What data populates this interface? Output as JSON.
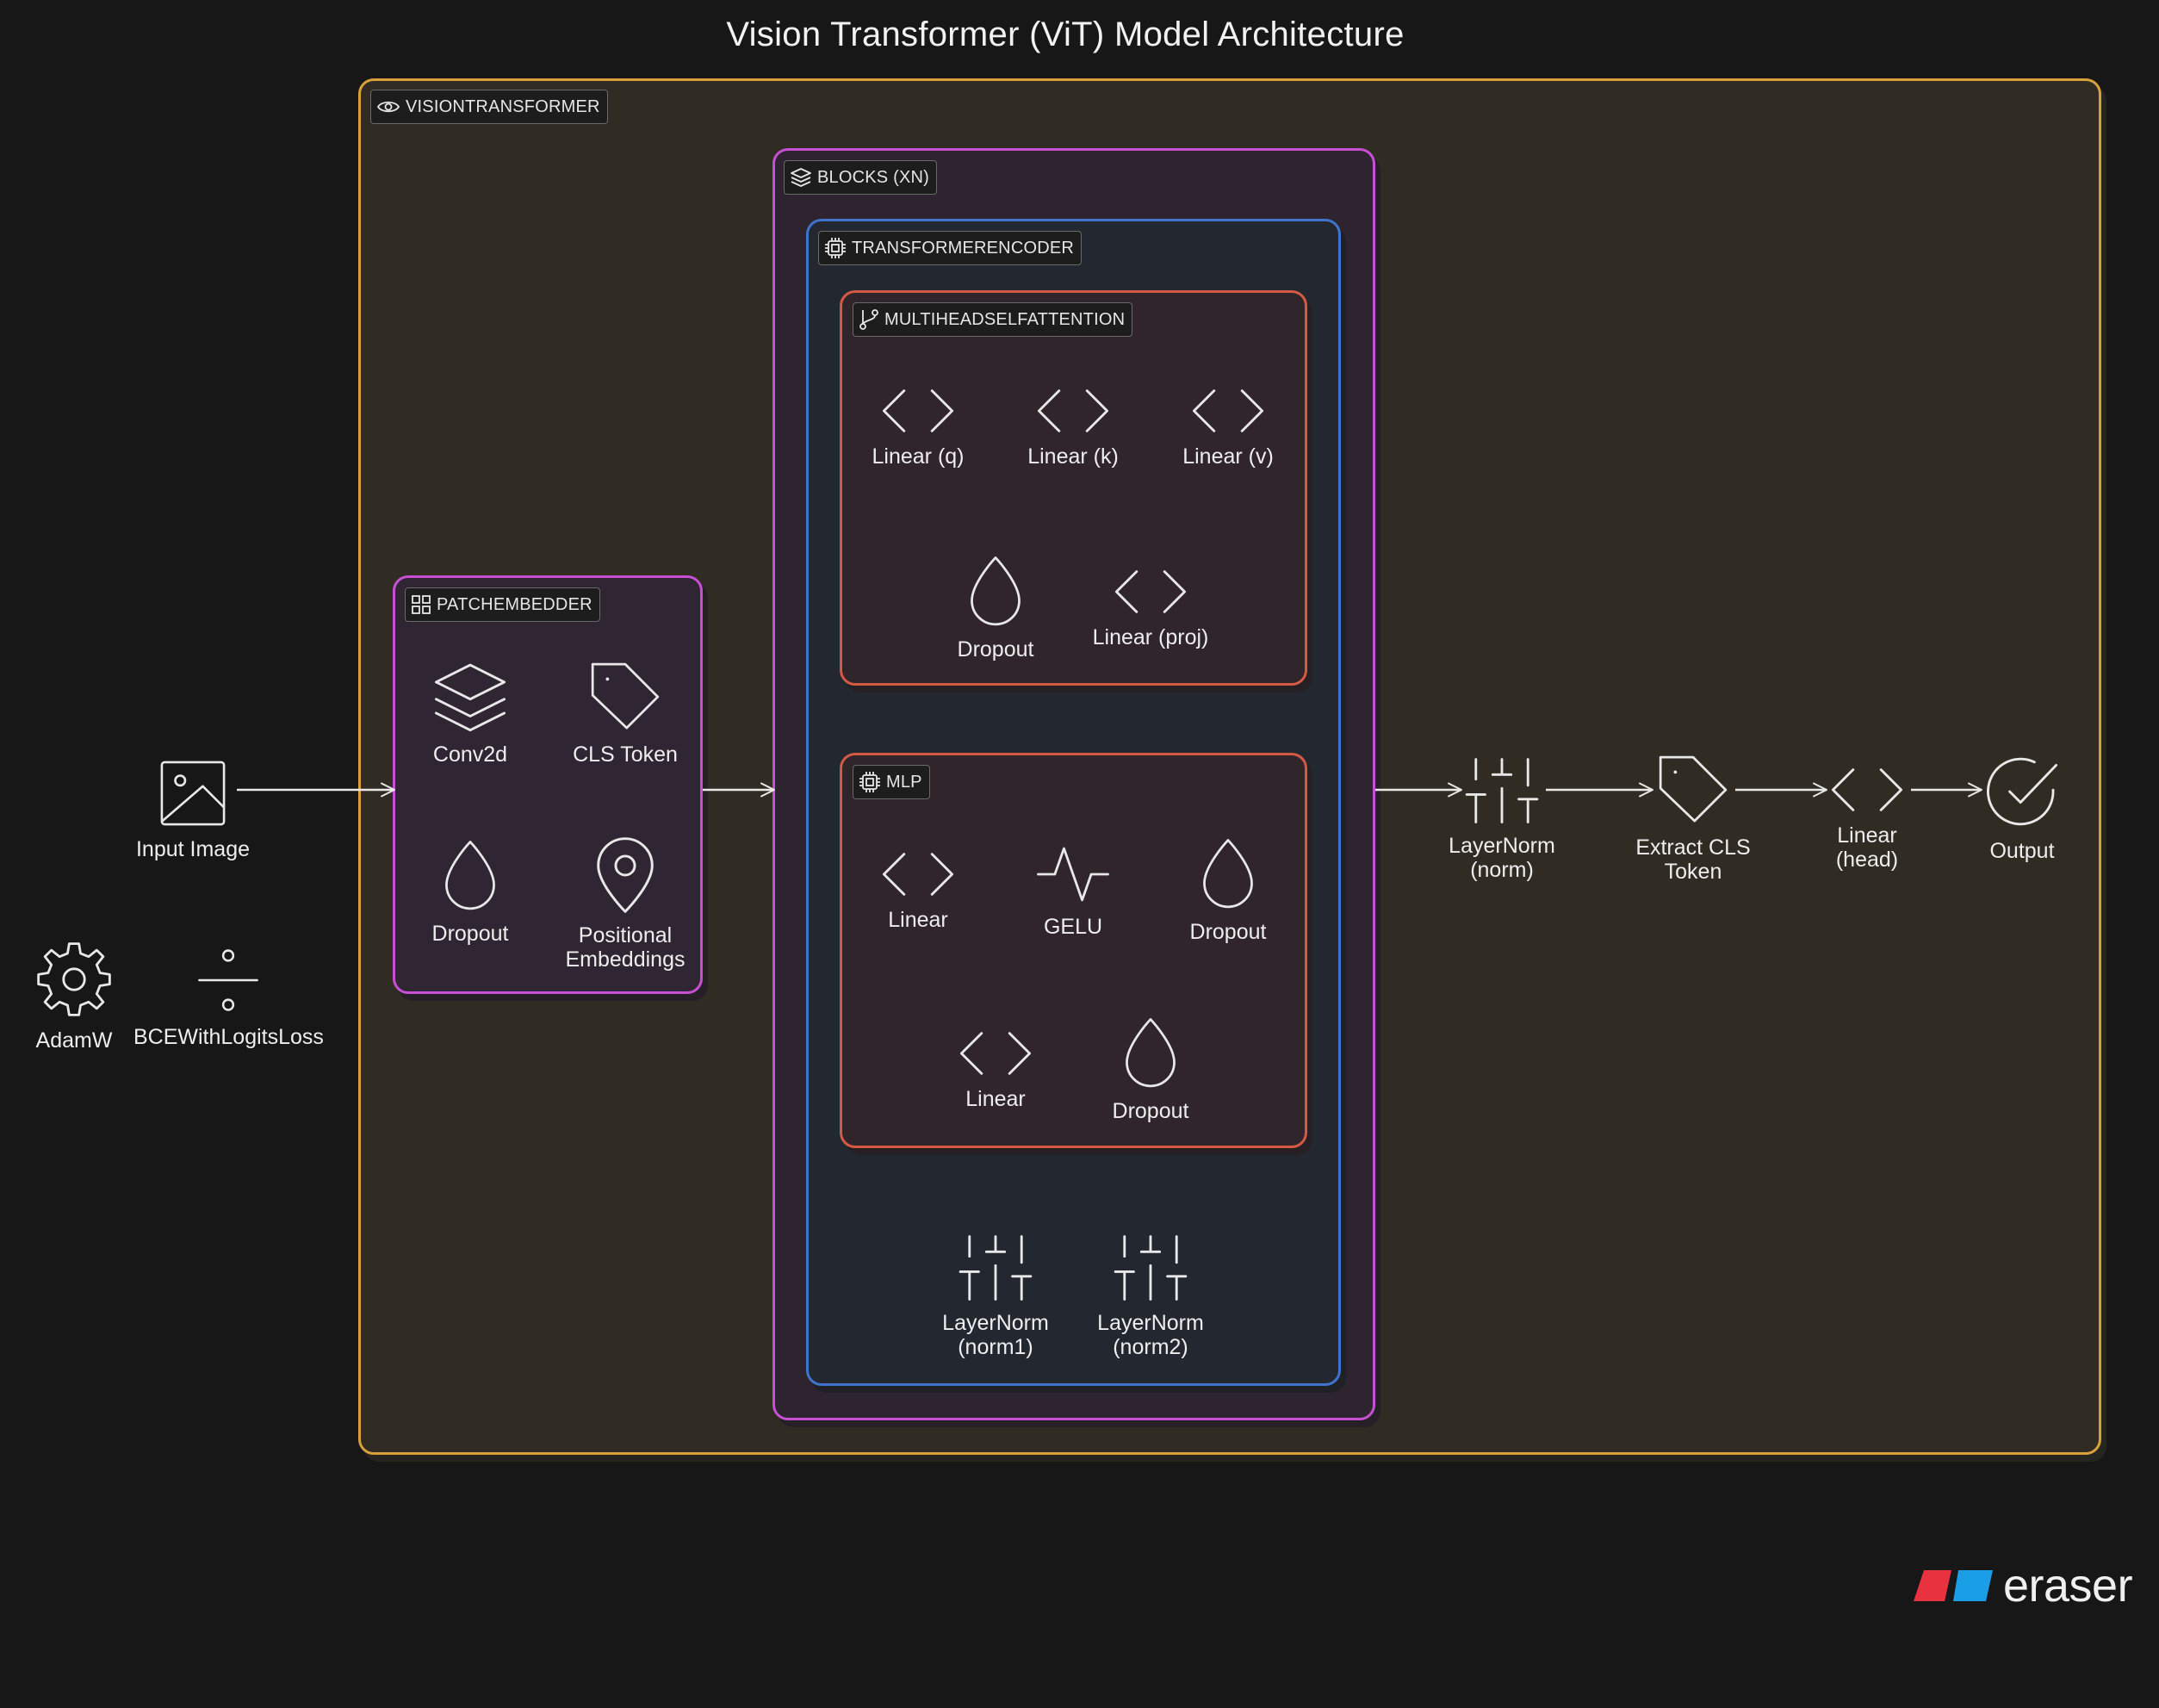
{
  "title": "Vision Transformer (ViT) Model Architecture",
  "groups": {
    "vit": "VISIONTRANSFORMER",
    "patch": "PATCHEMBEDDER",
    "blocks": "BLOCKS (XN)",
    "encoder": "TRANSFORMERENCODER",
    "mha": "MULTIHEADSELFATTENTION",
    "mlp": "MLP"
  },
  "nodes": {
    "input": {
      "label": "Input Image",
      "icon": "image-icon"
    },
    "conv2d": {
      "label": "Conv2d",
      "icon": "layers-icon"
    },
    "cls_token": {
      "label": "CLS Token",
      "icon": "tag-icon"
    },
    "patch_dropout": {
      "label": "Dropout",
      "icon": "droplet-icon"
    },
    "pos_emb": {
      "label": "Positional\nEmbeddings",
      "icon": "map-pin-icon"
    },
    "lin_q": {
      "label": "Linear (q)",
      "icon": "code-icon"
    },
    "lin_k": {
      "label": "Linear (k)",
      "icon": "code-icon"
    },
    "lin_v": {
      "label": "Linear (v)",
      "icon": "code-icon"
    },
    "attn_dropout": {
      "label": "Dropout",
      "icon": "droplet-icon"
    },
    "lin_proj": {
      "label": "Linear (proj)",
      "icon": "code-icon"
    },
    "mlp_lin1": {
      "label": "Linear",
      "icon": "code-icon"
    },
    "gelu": {
      "label": "GELU",
      "icon": "activity-icon"
    },
    "mlp_drop1": {
      "label": "Dropout",
      "icon": "droplet-icon"
    },
    "mlp_lin2": {
      "label": "Linear",
      "icon": "code-icon"
    },
    "mlp_drop2": {
      "label": "Dropout",
      "icon": "droplet-icon"
    },
    "norm1": {
      "label": "LayerNorm\n(norm1)",
      "icon": "sliders-icon"
    },
    "norm2": {
      "label": "LayerNorm\n(norm2)",
      "icon": "sliders-icon"
    },
    "norm": {
      "label": "LayerNorm\n(norm)",
      "icon": "sliders-icon"
    },
    "extract_cls": {
      "label": "Extract CLS\nToken",
      "icon": "tag-icon"
    },
    "head": {
      "label": "Linear\n(head)",
      "icon": "code-icon"
    },
    "output": {
      "label": "Output",
      "icon": "check-circle-icon"
    },
    "adamw": {
      "label": "AdamW",
      "icon": "gear-icon"
    },
    "loss": {
      "label": "BCEWithLogitsLoss",
      "icon": "divide-icon"
    }
  },
  "colors": {
    "background": "#171717",
    "vit_border": "#d9a13c",
    "purple_border": "#c64fd3",
    "blue_border": "#3f73cc",
    "red_border": "#d45a45",
    "logo_red": "#e8323f",
    "logo_blue": "#1a9ee6"
  },
  "brand": "eraser"
}
